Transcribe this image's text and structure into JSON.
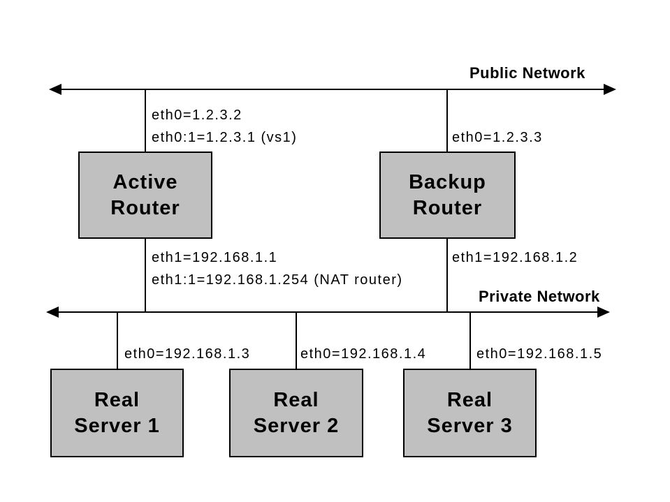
{
  "colors": {
    "box_fill": "#c0c0c0",
    "line": "#000000",
    "text": "#000000",
    "background": "#ffffff"
  },
  "networks": {
    "public": {
      "label": "Public Network"
    },
    "private": {
      "label": "Private Network"
    }
  },
  "routers": {
    "active": {
      "name": "Active\nRouter",
      "eth0": "eth0=1.2.3.2",
      "eth0_alias": "eth0:1=1.2.3.1 (vs1)",
      "eth1": "eth1=192.168.1.1",
      "eth1_alias": "eth1:1=192.168.1.254 (NAT router)"
    },
    "backup": {
      "name": "Backup\nRouter",
      "eth0": "eth0=1.2.3.3",
      "eth1": "eth1=192.168.1.2"
    }
  },
  "servers": [
    {
      "name": "Real\nServer 1",
      "eth0": "eth0=192.168.1.3"
    },
    {
      "name": "Real\nServer 2",
      "eth0": "eth0=192.168.1.4"
    },
    {
      "name": "Real\nServer 3",
      "eth0": "eth0=192.168.1.5"
    }
  ]
}
